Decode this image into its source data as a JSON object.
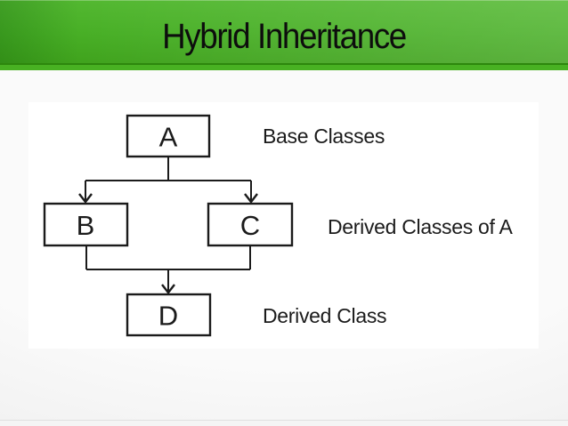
{
  "slide": {
    "title": "Hybrid Inheritance"
  },
  "diagram": {
    "nodes": {
      "a": "A",
      "b": "B",
      "c": "C",
      "d": "D"
    },
    "labels": {
      "base": "Base Classes",
      "derived_a": "Derived Classes of A",
      "derived": "Derived Class"
    }
  },
  "colors": {
    "header_green_top": "#53b831",
    "header_green_mid": "#48af26",
    "header_green_bottom": "#3ea01b",
    "header_dark_line": "#2d870d",
    "header_bright_strip": "#48b122",
    "title_text": "#0d0d0d",
    "diagram_ink": "#1b1b1b",
    "canvas_background": "#ffffff",
    "page_background": "#f2f2f2"
  }
}
